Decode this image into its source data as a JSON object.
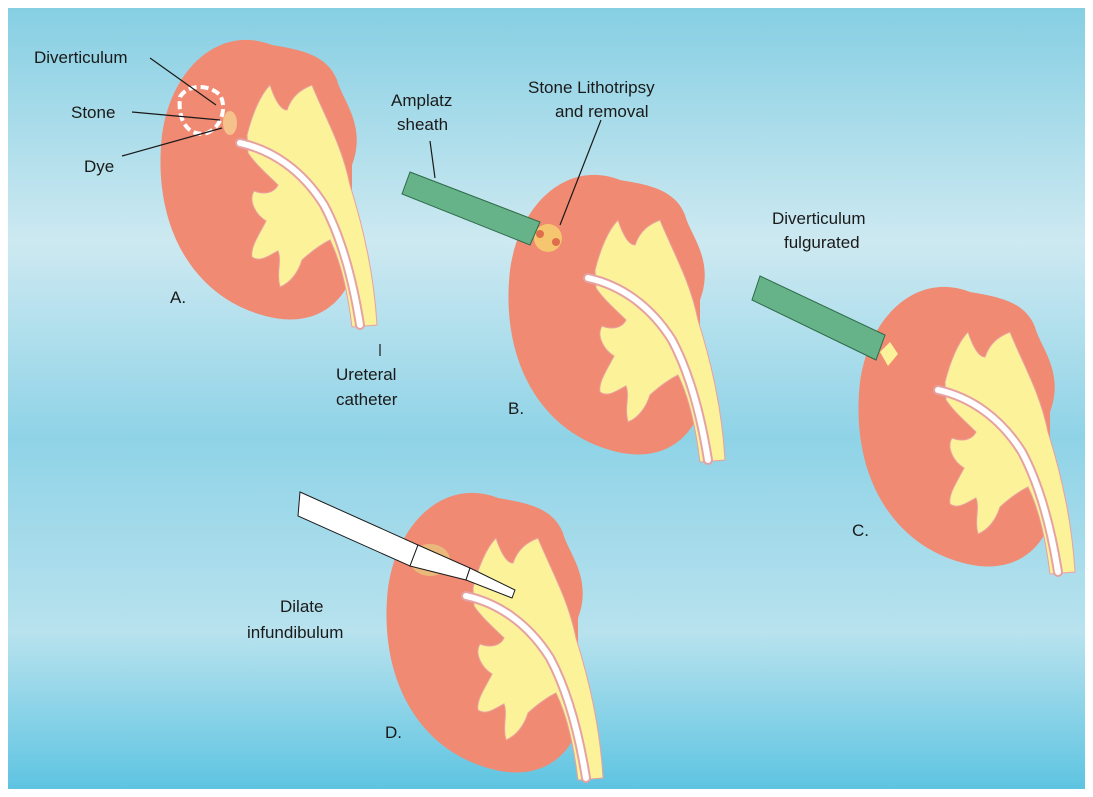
{
  "colors": {
    "background_top": "#86cfe3",
    "background_mid": "#cde9f1",
    "background_bottom": "#5ec4e1",
    "kidney": "#f08a72",
    "pelvis": "#fbf29a",
    "sheath": "#66b38a",
    "dilator": "#ffffff",
    "stone": "#e9b87a"
  },
  "panels": {
    "a": {
      "label": "A.",
      "diverticulum": "Diverticulum",
      "stone": "Stone",
      "dye": "Dye",
      "ureteral_catheter_line1": "Ureteral",
      "ureteral_catheter_line2": "catheter"
    },
    "b": {
      "label": "B.",
      "amplatz_line1": "Amplatz",
      "amplatz_line2": "sheath",
      "lithotripsy_line1": "Stone Lithotripsy",
      "lithotripsy_line2": "and removal"
    },
    "c": {
      "label": "C.",
      "fulgurated_line1": "Diverticulum",
      "fulgurated_line2": "fulgurated"
    },
    "d": {
      "label": "D.",
      "dilate_line1": "Dilate",
      "dilate_line2": "infundibulum"
    }
  },
  "icons": [
    "kidney-illustration",
    "amplatz-sheath-tube",
    "dilator-instrument",
    "ureteral-catheter"
  ]
}
